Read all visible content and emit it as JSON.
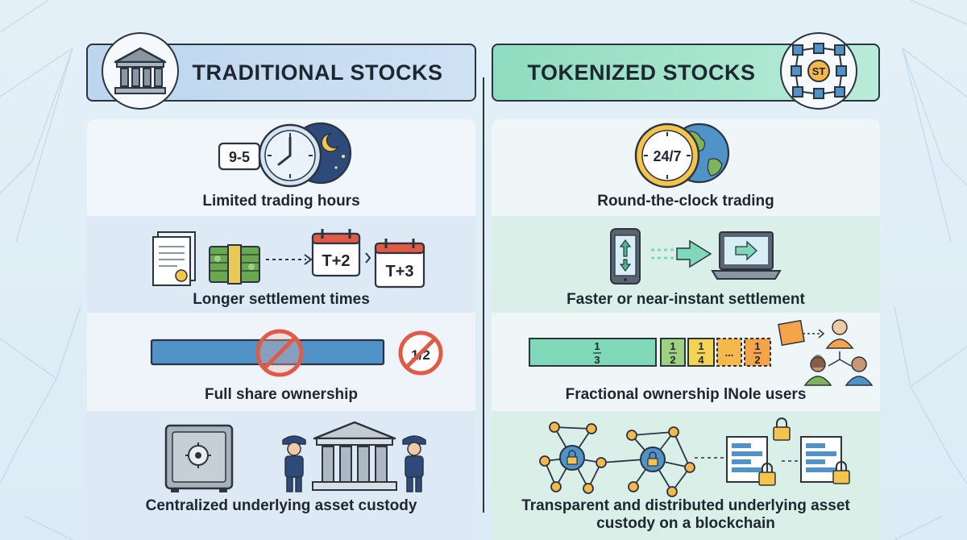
{
  "left": {
    "header": "TRADITIONAL STOCKS",
    "rows": [
      {
        "caption": "Limited trading hours",
        "tag": "9-5"
      },
      {
        "caption": "Longer settlement times",
        "t2": "T+2",
        "t3": "T+3"
      },
      {
        "caption": "Full share ownership",
        "fraction": "1/2"
      },
      {
        "caption": "Centralized underlying asset custody"
      }
    ]
  },
  "right": {
    "header": "TOKENIZED STOCKS",
    "badge": "ST",
    "rows": [
      {
        "caption": "Round-the-clock trading",
        "clock": "24/7"
      },
      {
        "caption": "Faster or near-instant settlement"
      },
      {
        "caption": "Fractional ownership lNole users",
        "fractions": [
          {
            "num": "1",
            "den": "3"
          },
          {
            "num": "1",
            "den": "2"
          },
          {
            "num": "1",
            "den": "4"
          },
          {
            "num": "...",
            "den": ""
          },
          {
            "num": "1",
            "den": "2"
          }
        ]
      },
      {
        "caption_line1": "Transparent and distributed underlying asset",
        "caption_line2": "custody on a blockchain"
      }
    ]
  },
  "colors": {
    "teal": "#7fd8b7",
    "blue": "#4f93c9",
    "orange": "#f6a44a",
    "red": "#e05a45",
    "green": "#7fb55a"
  }
}
